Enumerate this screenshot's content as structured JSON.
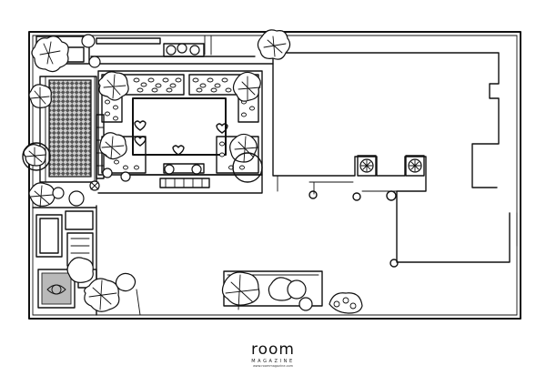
{
  "brand": {
    "logo": "room",
    "subtitle": "MAGAZINE",
    "url": "www.roommagazine.com"
  },
  "colors": {
    "ink": "#111111",
    "paper": "#ffffff",
    "shade": "#b9b9b9"
  }
}
